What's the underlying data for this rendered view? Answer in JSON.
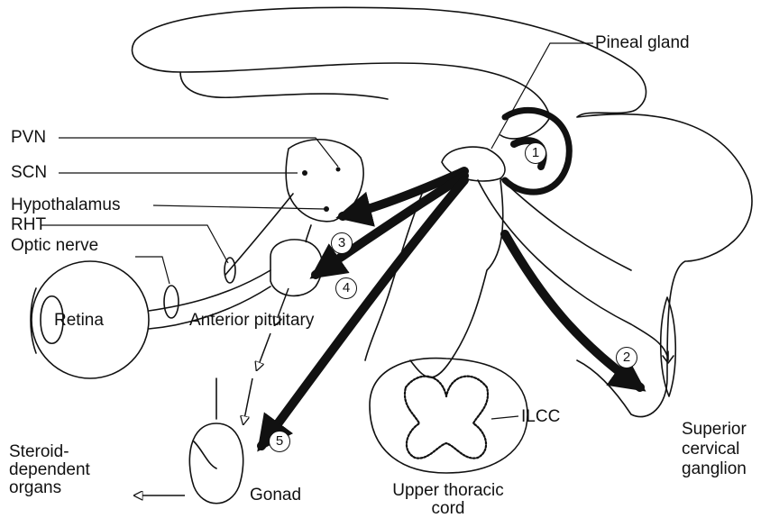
{
  "labels": {
    "pineal_gland": "Pineal gland",
    "pvn": "PVN",
    "scn": "SCN",
    "hypothalamus": "Hypothalamus",
    "rht": "RHT",
    "optic_nerve": "Optic nerve",
    "retina": "Retina",
    "anterior_pituitary": "Anterior pituitary",
    "ilcc": "ILCC",
    "superior_cervical_ganglion": [
      "Superior",
      "cervical",
      "ganglion"
    ],
    "steroid_dependent_organs": [
      "Steroid-",
      "dependent",
      "organs"
    ],
    "gonad": "Gonad",
    "upper_thoracic_cord": [
      "Upper thoracic",
      "cord"
    ]
  },
  "markers": [
    "1",
    "2",
    "3",
    "4",
    "5"
  ]
}
